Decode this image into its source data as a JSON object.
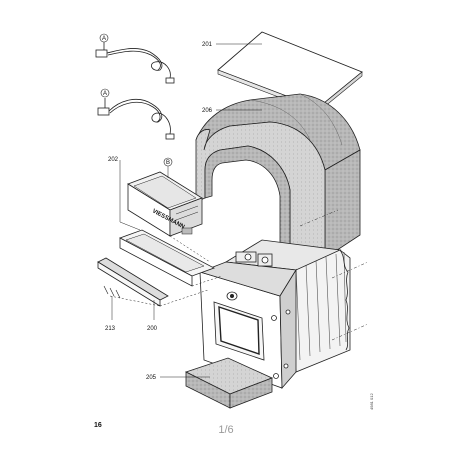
{
  "callouts": {
    "c201": "201",
    "c206": "206",
    "c202": "202",
    "c213": "213",
    "c200": "200",
    "c205": "205",
    "badge_a1": "A",
    "badge_a2": "A",
    "badge_b": "B"
  },
  "panel_brand": "VIESSMANN",
  "doc_ref": "4981 012",
  "footer": {
    "page_number": "16",
    "page_count": "1/6"
  }
}
